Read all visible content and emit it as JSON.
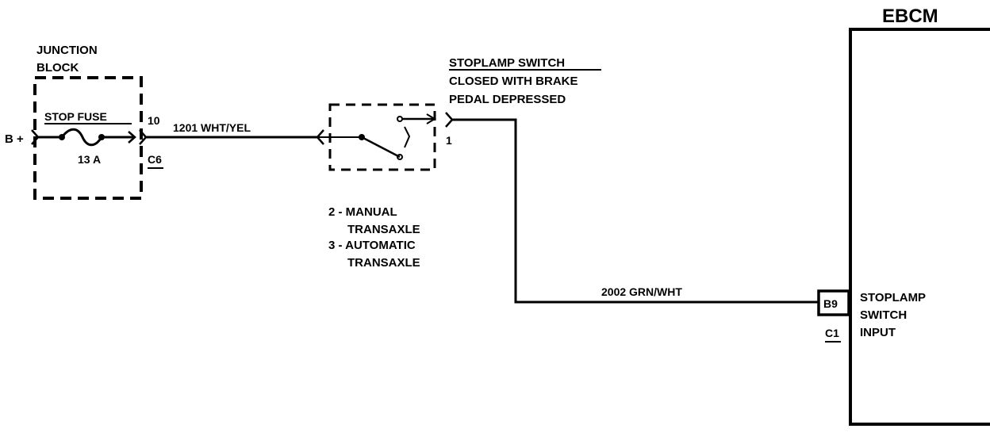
{
  "junction_block": {
    "title_line1": "JUNCTION",
    "title_line2": "BLOCK",
    "fuse_name": "STOP FUSE",
    "fuse_rating": "13 A",
    "supply_label": "B +",
    "pin_number": "10",
    "connector": "C6"
  },
  "wire_1": {
    "label": "1201 WHT/YEL"
  },
  "stoplamp_switch": {
    "title": "STOPLAMP SWITCH",
    "desc_line1": "CLOSED WITH BRAKE",
    "desc_line2": "PEDAL DEPRESSED",
    "pin_number": "1",
    "note_1_line1": "2 - MANUAL",
    "note_1_line2": "TRANSAXLE",
    "note_2_line1": "3 - AUTOMATIC",
    "note_2_line2": "TRANSAXLE"
  },
  "wire_2": {
    "label": "2002 GRN/WHT"
  },
  "ebcm": {
    "title": "EBCM",
    "pin": "B9",
    "connector": "C1",
    "input_line1": "STOPLAMP",
    "input_line2": "SWITCH",
    "input_line3": "INPUT"
  }
}
